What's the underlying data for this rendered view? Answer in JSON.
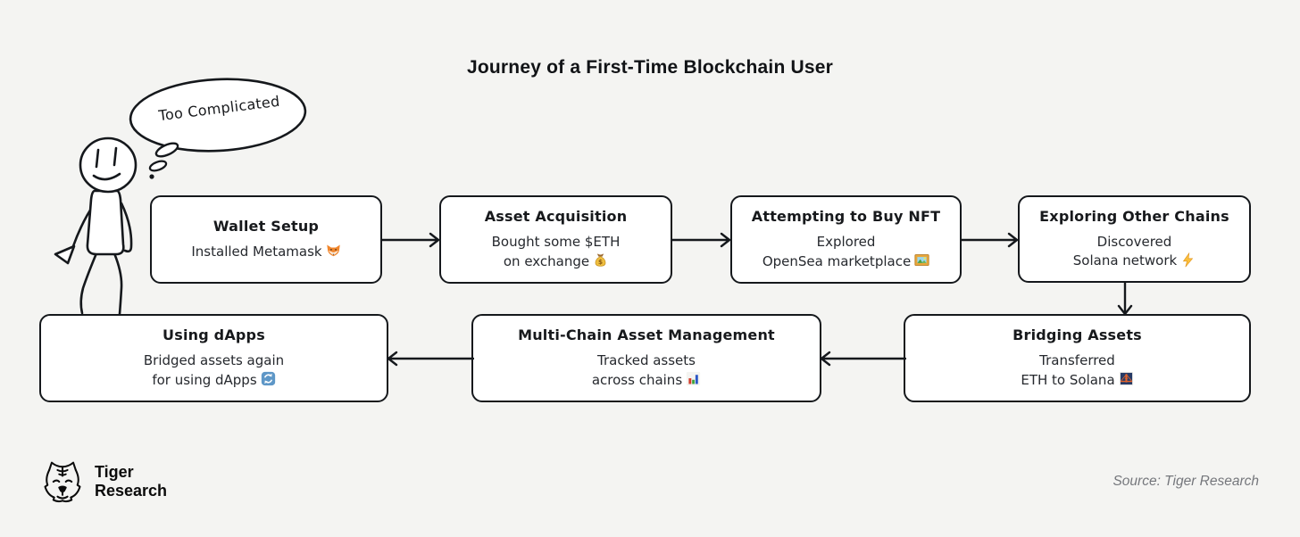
{
  "page": {
    "title": "Journey of a First-Time Blockchain User",
    "source_note": "Source: Tiger Research"
  },
  "colors": {
    "background": "#f4f4f2",
    "box_fill": "#ffffff",
    "box_border": "#15181c",
    "source_text": "#75777c"
  },
  "character": {
    "thought_text": "Too Complicated"
  },
  "logo": {
    "icon": "tiger-face-line-art",
    "name_line1": "Tiger",
    "name_line2": "Research"
  },
  "flow": {
    "top_row": [
      {
        "title": "Wallet Setup",
        "line1": "Installed Metamask",
        "emoji": "🦊",
        "emoji_name": "fox-icon"
      },
      {
        "title": "Asset Acquisition",
        "line1": "Bought some $ETH",
        "line2": "on exchange",
        "emoji": "💰",
        "emoji_name": "money-bag-icon"
      },
      {
        "title": "Attempting to Buy NFT",
        "line1": "Explored",
        "line2": "OpenSea marketplace",
        "emoji": "🖼️",
        "emoji_name": "framed-picture-icon"
      },
      {
        "title": "Exploring Other Chains",
        "line1": "Discovered",
        "line2": "Solana network",
        "emoji": "⚡",
        "emoji_name": "lightning-icon"
      }
    ],
    "bottom_row": [
      {
        "title": "Bridging Assets",
        "line1": "Transferred",
        "line2": "ETH to Solana",
        "emoji": "🌉",
        "emoji_name": "bridge-at-night-icon"
      },
      {
        "title": "Multi-Chain Asset Management",
        "line1": "Tracked assets",
        "line2": "across chains",
        "emoji": "📊",
        "emoji_name": "bar-chart-icon"
      },
      {
        "title": "Using dApps",
        "line1": "Bridged assets again",
        "line2": "for using dApps",
        "emoji": "🔄",
        "emoji_name": "counterclockwise-arrows-icon"
      }
    ]
  }
}
